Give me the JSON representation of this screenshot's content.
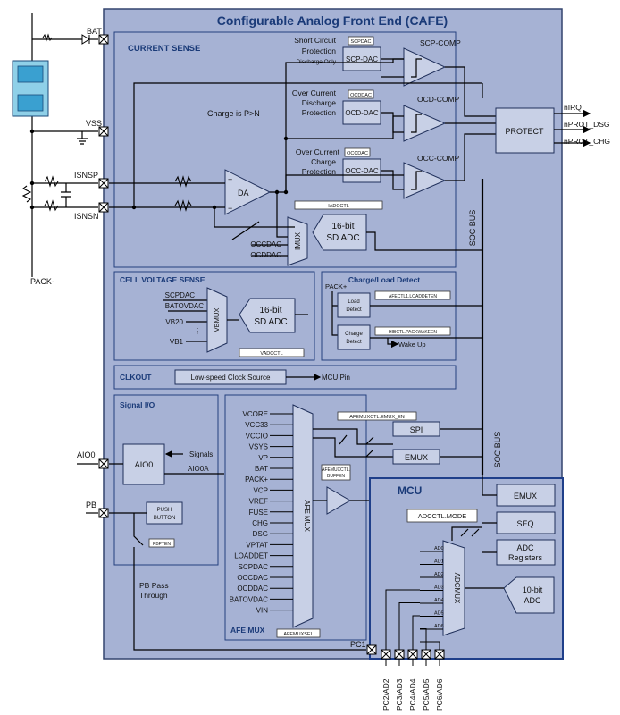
{
  "title": "Configurable Analog Front End (CAFE)",
  "colors": {
    "panel": "#a6b2d4",
    "block": "#c8d0e6",
    "mcu_border": "#1f3f8a",
    "heading": "#1a3a78"
  },
  "pins": {
    "bat": "BAT",
    "vss": "VSS",
    "isnsp": "ISNSP",
    "isnsn": "ISNSN",
    "pack_minus": "PACK-",
    "aio0": "AIO0",
    "pb": "PB",
    "pc1": "PC1",
    "bottom": [
      "PC2/AD2",
      "PC3/AD3",
      "PC4/AD4",
      "PC5/AD5",
      "PC6/AD6"
    ]
  },
  "current_sense": {
    "title": "CURRENT SENSE",
    "charge_text": "Charge is P>N",
    "da": "DA",
    "imux": "IMUX",
    "adc": [
      "16-bit",
      "SD ADC"
    ],
    "iadcctl": "IADCCTL",
    "occdac": "OCCDAC",
    "ocddac": "OCDDAC",
    "scp": {
      "desc": [
        "Short Circuit",
        "Protection"
      ],
      "sub": "Discharge Only",
      "tag": "SCPDAC",
      "dac": "SCP-DAC",
      "comp": "SCP-COMP"
    },
    "ocd": {
      "desc": [
        "Over Current",
        "Discharge",
        "Protection"
      ],
      "tag": "OCDDAC",
      "dac": "OCD-DAC",
      "comp": "OCD-COMP"
    },
    "occ": {
      "desc": [
        "Over Current",
        "Charge",
        "Protection"
      ],
      "tag": "OCCDAC",
      "dac": "OCC-DAC",
      "comp": "OCC-COMP"
    }
  },
  "protect": {
    "label": "PROTECT",
    "outputs": [
      "nIRQ",
      "nPROT_DSG",
      "nPROT_CHG"
    ]
  },
  "soc_bus": "SOC BUS",
  "cell_voltage": {
    "title": "CELL VOLTAGE SENSE",
    "inputs": [
      "SCPDAC",
      "BATOVDAC",
      "VB20",
      "VB1"
    ],
    "mux": "VBMUX",
    "adc": [
      "16-bit",
      "SD ADC"
    ],
    "ctl": "VADCCTL"
  },
  "load_detect": {
    "title": "Charge/Load Detect",
    "pack": "PACK+",
    "load": [
      "Load",
      "Detect"
    ],
    "load_ctl": "AFECTL1.LOADDETEN",
    "charge": [
      "Charge",
      "Detect"
    ],
    "charge_ctl": "HIBCTL.PACKWAKEEN",
    "wake": "Wake Up"
  },
  "clkout": {
    "title": "CLKOUT",
    "source": "Low-speed Clock Source",
    "pin": "MCU Pin"
  },
  "signal_io": {
    "title": "Signal I/O",
    "aio0_block": "AIO0",
    "signals": "Signals",
    "aio0a": "AIO0A",
    "push": [
      "PUSH",
      "BUTTON"
    ],
    "pbpten": "PBPTEN",
    "pass": [
      "PB Pass",
      "Through"
    ]
  },
  "afe_mux": {
    "title": "AFE MUX",
    "mux": "AFE MUX",
    "inputs": [
      "VCORE",
      "VCC33",
      "VCCIO",
      "VSYS",
      "VP",
      "BAT",
      "PACK+",
      "VCP",
      "VREF",
      "FUSE",
      "CHG",
      "DSG",
      "VPTAT",
      "LOADDET",
      "SCPDAC",
      "OCCDAC",
      "OCDDAC",
      "BATOVDAC",
      "VIN"
    ],
    "sel": "AFEMUXSEL",
    "emux_en": "AFEMUXCTL.EMUX_EN",
    "buffen": [
      "AFEMUXCTL.",
      "BUFFEN"
    ],
    "spi": "SPI",
    "emux": "EMUX"
  },
  "mcu": {
    "title": "MCU",
    "emux": "EMUX",
    "seq": "SEQ",
    "adc_regs": [
      "ADC",
      "Registers"
    ],
    "adc": [
      "10-bit",
      "ADC"
    ],
    "adcmux": "ADCMUX",
    "mode": "ADCCTL.MODE",
    "ad": [
      "AD0",
      "AD1",
      "AD2",
      "AD3",
      "AD4",
      "AD5",
      "AD6"
    ]
  }
}
